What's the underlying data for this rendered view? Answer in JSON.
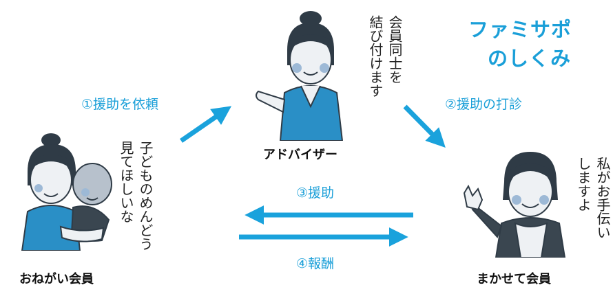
{
  "title": {
    "line1": "ファミサポ",
    "line2": "のしくみ"
  },
  "nodes": {
    "advisor": {
      "label": "アドバイザー",
      "speech": [
        "会員同士を",
        "結び付けます"
      ]
    },
    "requester": {
      "label": "おねがい会員",
      "speech": [
        "子どものめんどう",
        "見てほしいな"
      ]
    },
    "helper": {
      "label": "まかせて会員",
      "speech": [
        "私がお手伝い",
        "しますよ"
      ]
    }
  },
  "flows": {
    "step1": "①援助を依頼",
    "step2": "②援助の打診",
    "step3": "③援助",
    "step4": "④報酬"
  },
  "colors": {
    "accent": "#1a9fd8",
    "arrow": "#1aa2dc",
    "uniform": "#2a8fc6",
    "hair": "#2f3b46",
    "skin": "#eef1f4",
    "cheek": "#9db9d6",
    "text": "#222222"
  }
}
